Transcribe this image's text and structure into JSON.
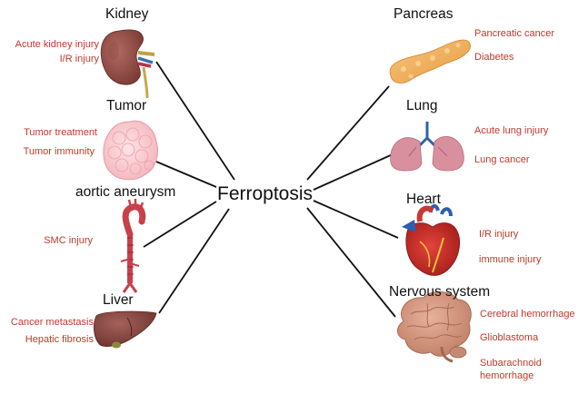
{
  "center_label": "Ferroptosis",
  "colors": {
    "disease_text": "#c0392b",
    "organ_text": "#111111",
    "connector": "#111111"
  },
  "organs": [
    {
      "id": "kidney",
      "label": "Kidney",
      "icon": "kidney-icon",
      "diseases": [
        "Acute kidney injury",
        "I/R injury"
      ]
    },
    {
      "id": "tumor",
      "label": "Tumor",
      "icon": "tumor-icon",
      "diseases": [
        "Tumor treatment",
        "Tumor immunity"
      ]
    },
    {
      "id": "aorta",
      "label": "aortic aneurysm",
      "icon": "aorta-icon",
      "diseases": [
        "SMC injury"
      ]
    },
    {
      "id": "liver",
      "label": "Liver",
      "icon": "liver-icon",
      "diseases": [
        "Cancer metastasis",
        "Hepatic fibrosis"
      ]
    },
    {
      "id": "pancreas",
      "label": "Pancreas",
      "icon": "pancreas-icon",
      "diseases": [
        "Pancreatic cancer",
        "Diabetes"
      ]
    },
    {
      "id": "lung",
      "label": "Lung",
      "icon": "lung-icon",
      "diseases": [
        "Acute lung injury",
        "Lung cancer"
      ]
    },
    {
      "id": "heart",
      "label": "Heart",
      "icon": "heart-icon",
      "diseases": [
        "I/R injury",
        "immune injury"
      ]
    },
    {
      "id": "nervous",
      "label": "Nervous system",
      "icon": "brain-icon",
      "diseases": [
        "Cerebral hemorrhage",
        "Glioblastoma",
        "Subarachnoid",
        "hemorrhage"
      ]
    }
  ]
}
